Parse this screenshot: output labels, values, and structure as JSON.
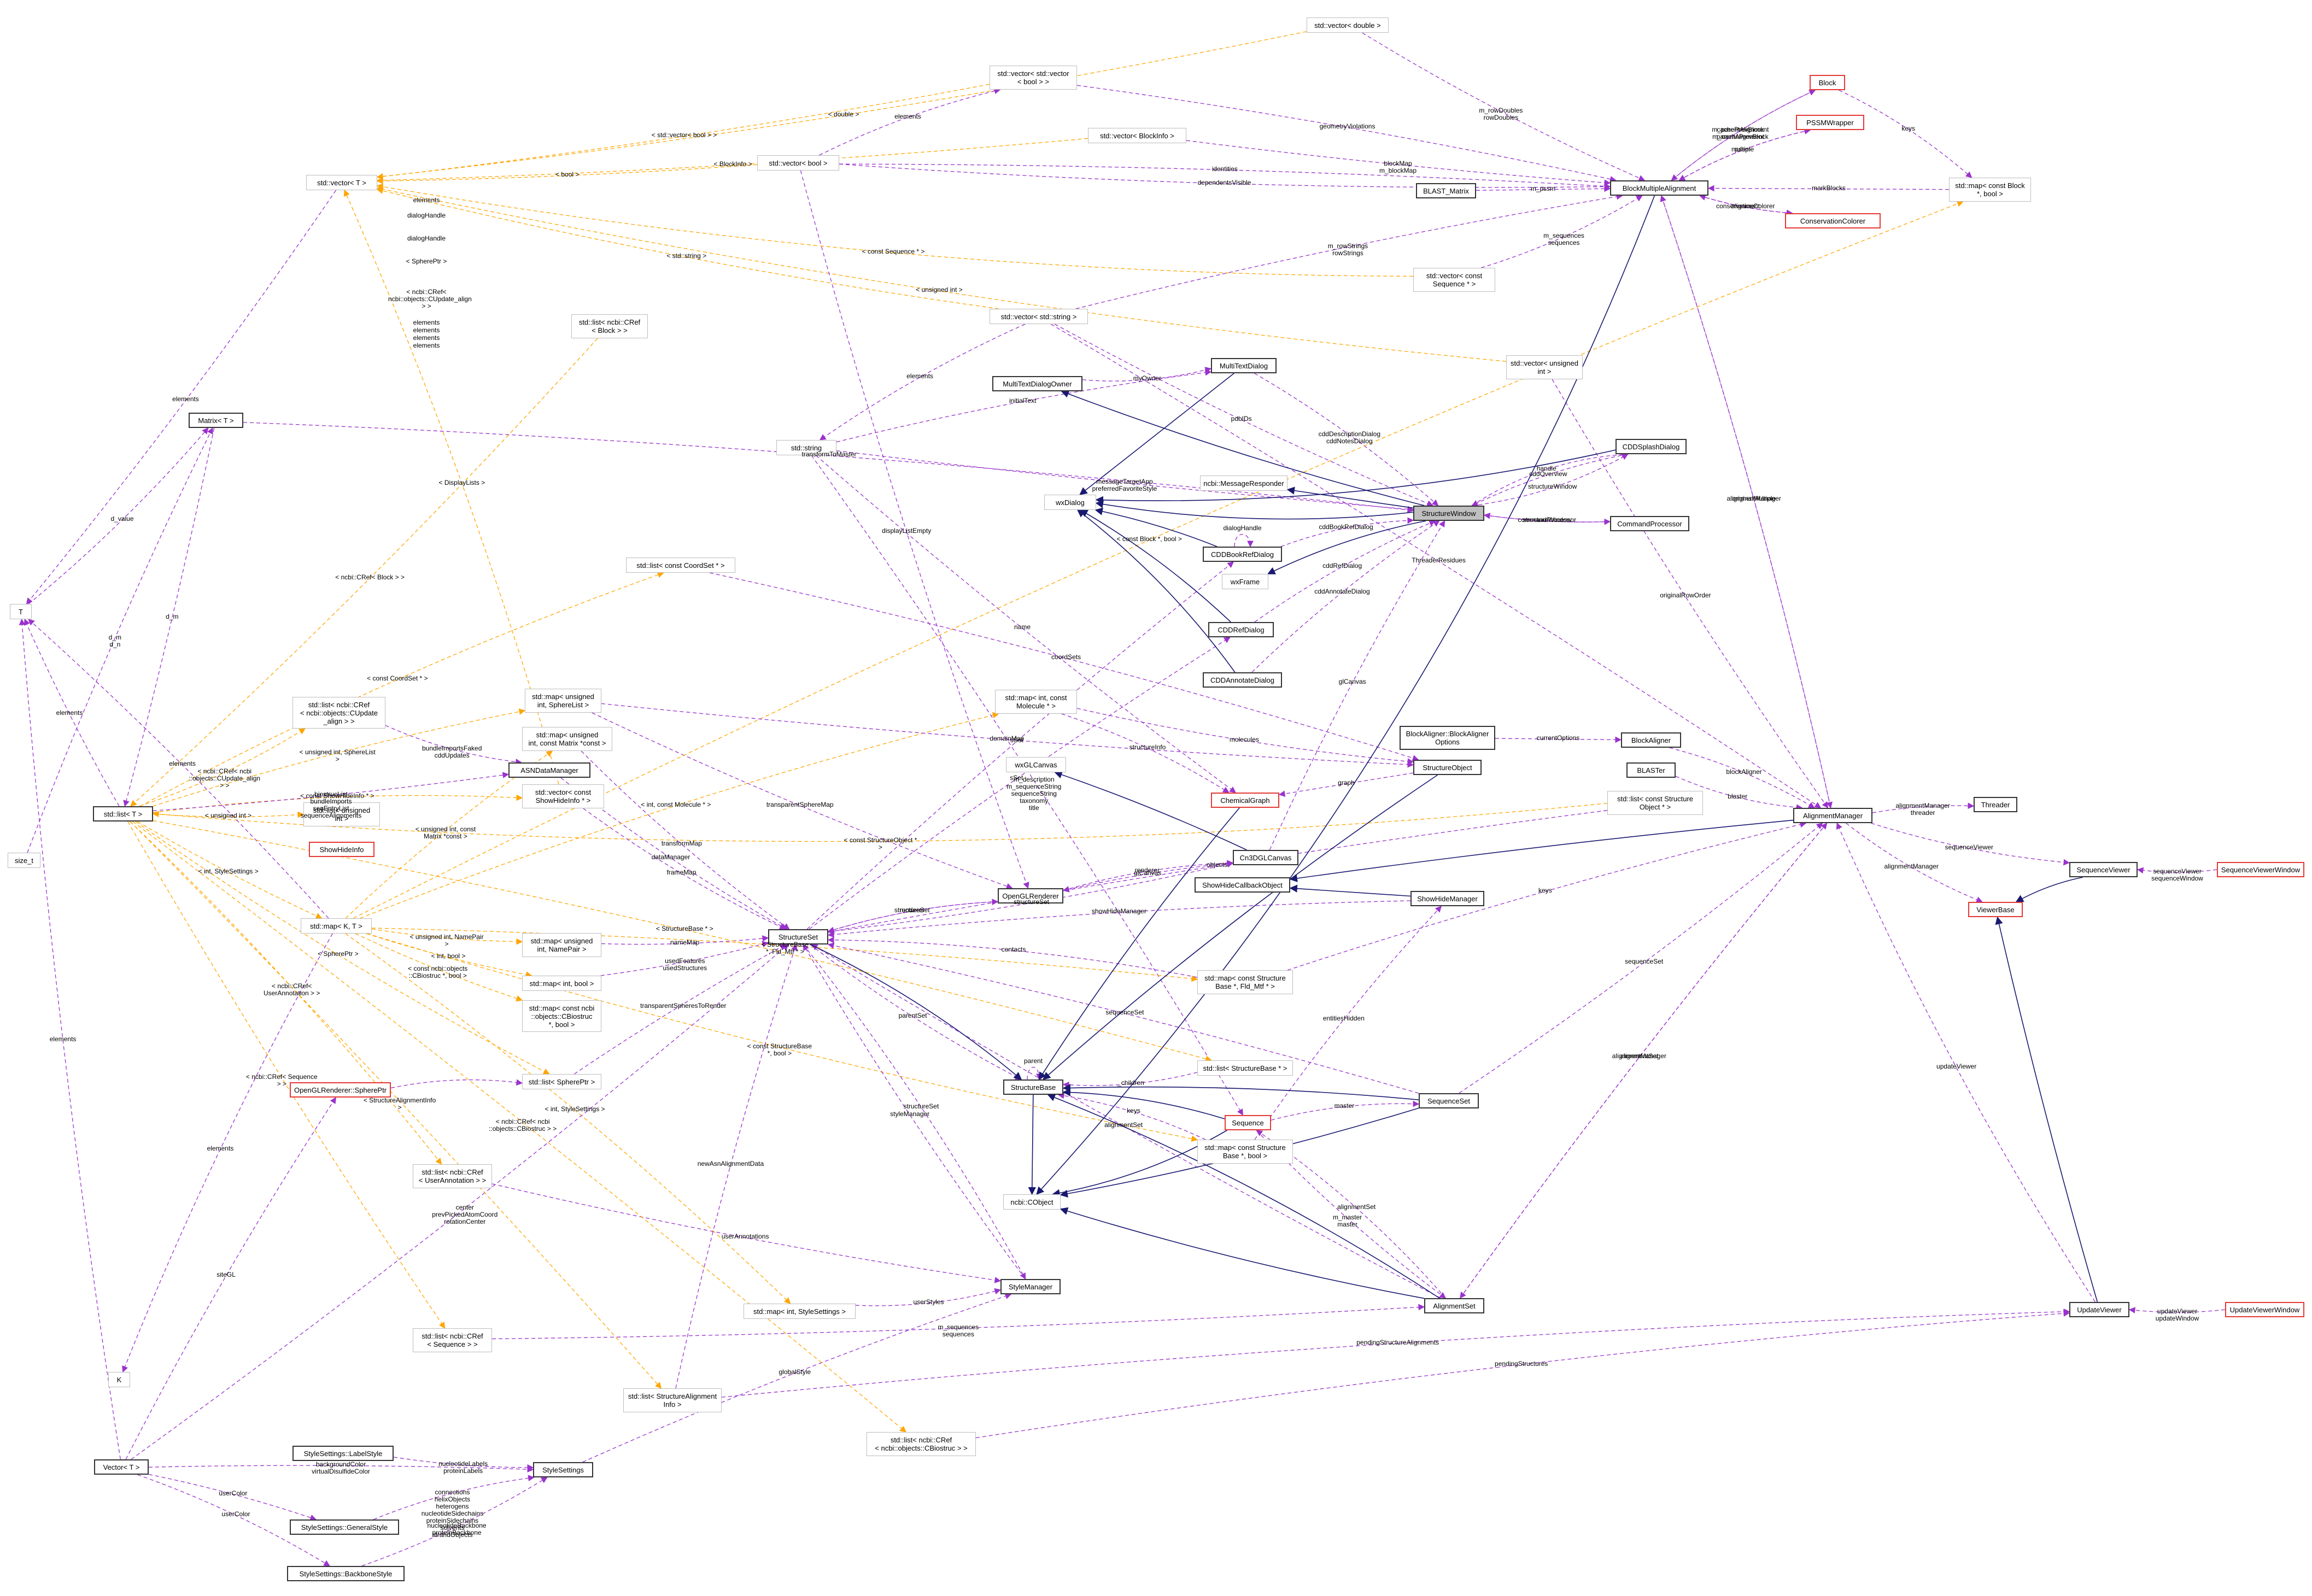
{
  "colors": {
    "usage": "#9a32cd",
    "inherit": "#191970",
    "template": "#ffa500",
    "box": "#333333",
    "template_box": "#bdbdbd",
    "truncated_box": "#e53935",
    "selected_fill": "#bfbfbf"
  },
  "nodes": {
    "vec_double": "std::vector< double >",
    "vec_vec_bool": "std::vector< std::vector\n< bool > >",
    "vec_blockinfo": "std::vector< BlockInfo >",
    "vec_bool": "std::vector< bool >",
    "vec_T": "std::vector< T >",
    "list_cref_block": "std::list< ncbi::CRef\n< Block > >",
    "vec_const_seq": "std::vector< const\nSequence * >",
    "vec_string": "std::vector< std::string >",
    "vec_uint": "std::vector< unsigned\nint >",
    "std_string": "std::string",
    "matrix_T": "Matrix< T >",
    "T": "T",
    "list_const_coordset": "std::list< const CoordSet * >",
    "list_cref_cupdate": "std::list< ncbi::CRef\n< ncbi::objects::CUpdate\n_align > >",
    "map_uint_spherelist": "std::map< unsigned\nint, SphereList >",
    "map_uint_matrix": "std::map< unsigned\nint, const Matrix *const >",
    "asn_data_manager": "ASNDataManager",
    "list_uint": "std::list< unsigned\nint >",
    "vec_const_showhide": "std::vector< const\nShowHideInfo * >",
    "list_T": "std::list< T >",
    "showhideinfo": "ShowHideInfo",
    "size_t": "size_t",
    "map_K_T": "std::map< K, T >",
    "map_uint_namepair": "std::map< unsigned\nint, NamePair >",
    "map_int_bool": "std::map< int, bool >",
    "map_cbiostruc_bool": "std::map< const ncbi\n::objects::CBiostruc\n*, bool >",
    "list_sphereptr": "std::list< SpherePtr >",
    "oglr_sphereptr": "OpenGLRenderer::SpherePtr",
    "list_cref_userannot": "std::list< ncbi::CRef\n< UserAnnotation > >",
    "map_int_stylesettings": "std::map< int, StyleSettings >",
    "list_cref_sequence": "std::list< ncbi::CRef\n< Sequence > >",
    "K": "K",
    "list_structalign": "std::list< StructureAlignment\nInfo >",
    "vector_T": "Vector< T >",
    "list_cref_cbiostruc": "std::list< ncbi::CRef\n< ncbi::objects::CBiostruc > >",
    "ss_labelstyle": "StyleSettings::LabelStyle",
    "stylesettings": "StyleSettings",
    "ss_generalstyle": "StyleSettings::GeneralStyle",
    "ss_backbonestyle": "StyleSettings::BackboneStyle",
    "multitextdialog": "MultiTextDialog",
    "multitextdialogowner": "MultiTextDialogOwner",
    "wxdialog": "wxDialog",
    "cddbookrefdialog": "CDDBookRefDialog",
    "wxframe": "wxFrame",
    "cddrefdialog": "CDDRefDialog",
    "cddannotatedialog": "CDDAnnotateDialog",
    "map_int_molecule": "std::map< int, const\nMolecule * >",
    "wxglcanvas": "wxGLCanvas",
    "chemicalgraph": "ChemicalGraph",
    "cn3dglcanvas": "Cn3DGLCanvas",
    "openglrenderer": "OpenGLRenderer",
    "structureset": "StructureSet",
    "showhidecallback": "ShowHideCallbackObject",
    "showhidemanager": "ShowHideManager",
    "map_structbase_fld": "std::map< const Structure\nBase *, Fld_Mtf * >",
    "list_structbase": "std::list< StructureBase * >",
    "structurebase": "StructureBase",
    "sequence": "Sequence",
    "map_structbase_bool": "std::map< const Structure\nBase *, bool >",
    "ncbi_cobject": "ncbi::CObject",
    "stylemanager": "StyleManager",
    "ncbi_msgresponder": "ncbi::MessageResponder",
    "structurewindow": "StructureWindow",
    "commandprocessor": "CommandProcessor",
    "cddsplashdialog": "CDDSplashDialog",
    "blockaligner_opts": "BlockAligner::BlockAligner\nOptions",
    "blockaligner": "BlockAligner",
    "structureobject": "StructureObject",
    "list_const_structobj": "std::list< const Structure\nObject * >",
    "blaster": "BLASTer",
    "sequenceset": "SequenceSet",
    "alignmentset": "AlignmentSet",
    "block": "Block",
    "pssmwrapper": "PSSMWrapper",
    "blast_matrix": "BLAST_Matrix",
    "blockmultiplealignment": "BlockMultipleAlignment",
    "conservationcolorer": "ConservationColorer",
    "map_block_bool": "std::map< const Block\n*, bool >",
    "alignmentmanager": "AlignmentManager",
    "threader": "Threader",
    "sequenceviewer": "SequenceViewer",
    "sequenceviewerwindow": "SequenceViewerWindow",
    "viewerbase": "ViewerBase",
    "updateviewer": "UpdateViewer",
    "updateviewerwindow": "UpdateViewerWindow"
  },
  "edge_labels": [
    "< double >",
    "< const Sequence * >",
    "< std::vector< bool > >",
    "< BlockInfo >",
    "< bool >",
    "< unsigned int >",
    "< std::string >",
    "< const StructureObject * >",
    "< ncbi::CRef< Block > >",
    "< DisplayLists >",
    "elements",
    "elements",
    "elements",
    "elements",
    "elements",
    "elements",
    "elements",
    "elements",
    "elements",
    "elements",
    "elements",
    "elements",
    "m_rowDoubles\nrowDoubles",
    "geometryViolations",
    "identities",
    "blockMap\nm_blockMap",
    "displayListEmpty",
    "m_rowStrings\nrowStrings",
    "dependentsVisible",
    "m_sequences\nsequences",
    "ThreaderResidues",
    "pdbIDs",
    "initialText",
    "myOwner",
    "originalRowOrder",
    "cddDescriptionDialog\ncddNotesDialog",
    "transformToMaster",
    "messageTargetApp\npreferredFavoriteStyle",
    "cddOverview",
    "m_parentAlignment\nparentAlignment",
    "cachePrevBlock\nm_cachePrevBlock",
    "multiple",
    "pssm",
    "m_pssm",
    "markBlocks",
    "keys",
    "conservationColorer",
    "alignment",
    "originalMultiple",
    "alignmentManager",
    "handle",
    "structureWindow",
    "commandProcessor",
    "structureWindow",
    "dialogHandle",
    "cddBookRefDialog",
    "name",
    "coordSets",
    "< const CoordSet * >",
    "d_value",
    "d_m\nd_n",
    "cddRefDialog",
    "dialogHandle",
    "sSet",
    "sSet",
    "dialogHandle",
    "cddAnnotateDialog",
    "< const ShowHideInfo * >",
    "< ncbi::CRef< ncbi\n::objects::CUpdate_align > >",
    "bundleImportsFaked\ncddUpdates",
    "< unsigned int, SphereList >",
    "biostrucList\nbundleImports\nseqEntryList\nsequenceAlignments",
    "< unsigned int >",
    "< unsigned int, const\nMatrix *const >",
    "dataManager",
    "transformMap",
    "frameMap",
    "< int, const Molecule * >",
    "transparentSphereMap",
    "structureInfo",
    "m_description\nm_sequenceString\nsequenceString\ntaxonomy\ntitle",
    "molecules",
    "glCanvas",
    "< const Block *, bool >",
    "domainMap",
    "glCanvas",
    "currentOptions",
    "graph",
    "blockAligner",
    "blaster",
    "alignmentManager\nthreader",
    "sequenceViewer",
    "sequenceViewer\nsequenceWindow",
    "alignmentManager",
    "updateViewer",
    "structureSet",
    "structureSet",
    "renderer",
    "renderer",
    "< StructureBase\n*, Fld_Mtf * >",
    "showHideManager",
    "objects",
    "sequenceSet",
    "< unsigned int, NamePair >",
    "nameMap",
    "< int, bool >",
    "usedFeatures\nusedStructures",
    "< const ncbi::objects\n::CBiostruc *, bool >",
    "< SpherePtr >",
    "transparentSpheresToRender",
    "keys",
    "sequenceSet",
    "contacts",
    "_children",
    "parent",
    "parentSet",
    "master",
    "entitiesHidden",
    "keys",
    "< const StructureBase\n*, bool >",
    "< ncbi::CRef< UserAnnotation > >",
    "userAnnotations",
    "styleManager",
    "m_master\nmaster",
    "alignmentSet",
    "alignmentSet",
    "structureSet",
    "< int, StyleSettings >",
    "userStyles",
    "center\nprevPickedAtomCoord\nrotationCenter",
    "< StructureBase * >",
    "< ncbi::CRef< Sequence > >",
    "globalStyle",
    "m_sequences\nsequences",
    "alignmentSet",
    "alignmentManager",
    "updateViewer\nupdateWindow",
    "newAsnAlignmentData",
    "< StructureAlignmentInfo >",
    "pendingStructureAlignments",
    "siteGL",
    "< ncbi::CRef< ncbi\n::objects::CBiostruc > >",
    "pendingStructures",
    "nucleotideLabels\nproteinLabels",
    "backgroundColor\nvirtualDisulfideColor",
    "connections\nhelixObjects\nheterogens\nnucleotideSidechains\nproteinSidechains\nsolvents\nstrandObjects",
    "userColor",
    "userColor",
    "nucleotideBackbone\nproteinBackbone",
    "d_m",
    "< SpherePtr >",
    "< int, StyleSettings >",
    "< ncbi::CRef< ncbi::objects::CUpdate_align > >"
  ]
}
